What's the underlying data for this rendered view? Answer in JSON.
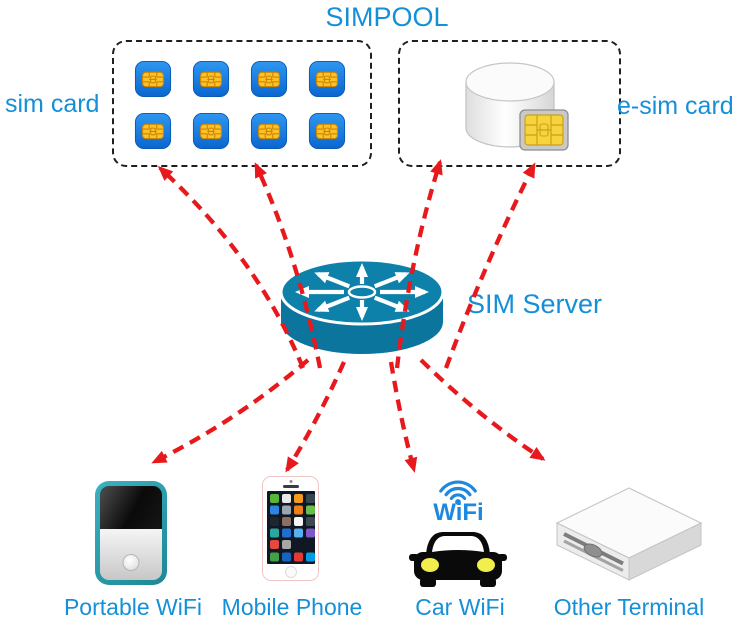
{
  "title": "SIMPOOL",
  "colors": {
    "accent_blue": "#1590d8",
    "arrow_red": "#e7191c",
    "router_teal": "#0d80a8",
    "sim_blue": "#1176dd",
    "chip_gold": "#ffc226",
    "wifi_blue": "#1e88e0"
  },
  "pool": {
    "sim_box": {
      "label": "sim card",
      "icon": "sim-card-icon",
      "sim_count": 8
    },
    "esim_box": {
      "label": "e-sim card",
      "icon": "esim-database-icon"
    }
  },
  "server": {
    "label": "SIM Server",
    "icon": "router-icon"
  },
  "devices": [
    {
      "label": "Portable WiFi",
      "icon": "portable-wifi-icon"
    },
    {
      "label": "Mobile Phone",
      "icon": "mobile-phone-icon"
    },
    {
      "label": "Car WiFi",
      "icon": "car-wifi-icon",
      "badge": "WiFi"
    },
    {
      "label": "Other Terminal",
      "icon": "other-terminal-icon"
    }
  ]
}
